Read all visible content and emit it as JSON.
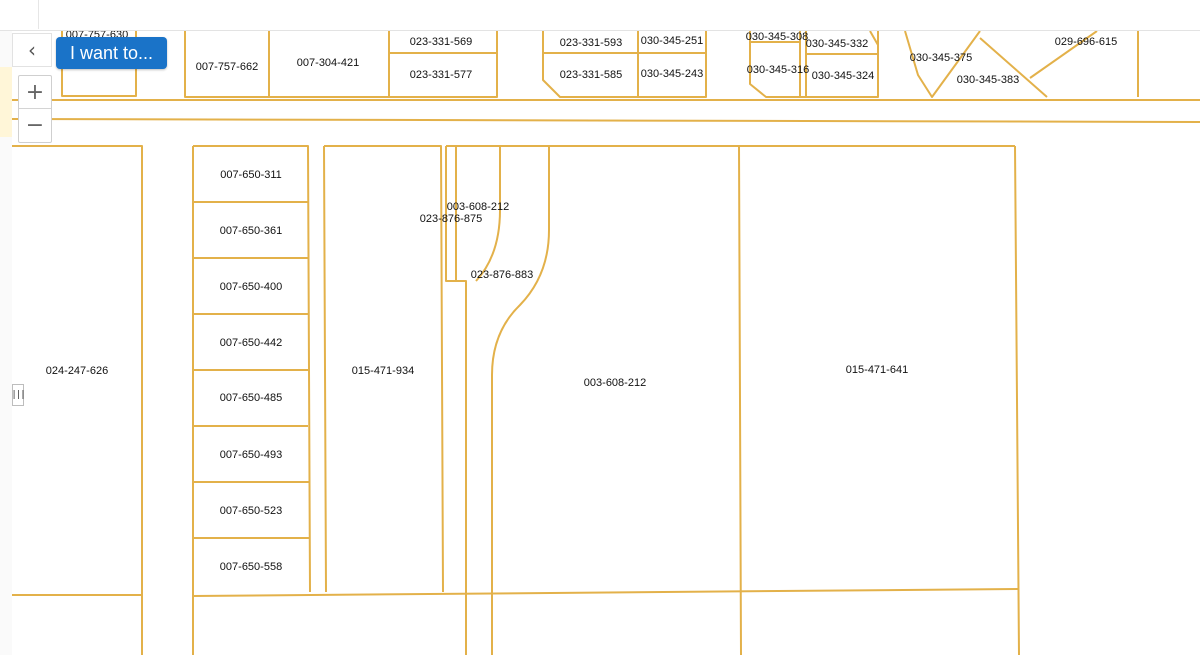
{
  "toolbar": {
    "want_label": "I want to...",
    "collapse_icon": "chevron-left-icon",
    "zoom_in_icon": "plus-icon",
    "zoom_out_icon": "minus-icon",
    "resize_icon": "vertical-grip-icon"
  },
  "map": {
    "parcel_color": "#e3b14a",
    "labels": {
      "p007757630": "007-757-630",
      "p007757662": "007-757-662",
      "p007304421": "007-304-421",
      "p023331569": "023-331-569",
      "p023331577": "023-331-577",
      "p023331593": "023-331-593",
      "p023331585": "023-331-585",
      "p030345251": "030-345-251",
      "p030345243": "030-345-243",
      "p030345308": "030-345-308",
      "p030345316": "030-345-316",
      "p030345332": "030-345-332",
      "p030345324": "030-345-324",
      "p030345375": "030-345-375",
      "p030345383": "030-345-383",
      "p029696615": "029-696-615",
      "p024247626": "024-247-626",
      "p007650311": "007-650-311",
      "p007650361": "007-650-361",
      "p007650400": "007-650-400",
      "p007650442": "007-650-442",
      "p007650485": "007-650-485",
      "p007650493": "007-650-493",
      "p007650523": "007-650-523",
      "p007650558": "007-650-558",
      "p015471934": "015-471-934",
      "p003608212a": "003-608-212",
      "p023876875": "023-876-875",
      "p023876883": "023-876-883",
      "p003608212b": "003-608-212",
      "p015471641": "015-471-641"
    }
  }
}
